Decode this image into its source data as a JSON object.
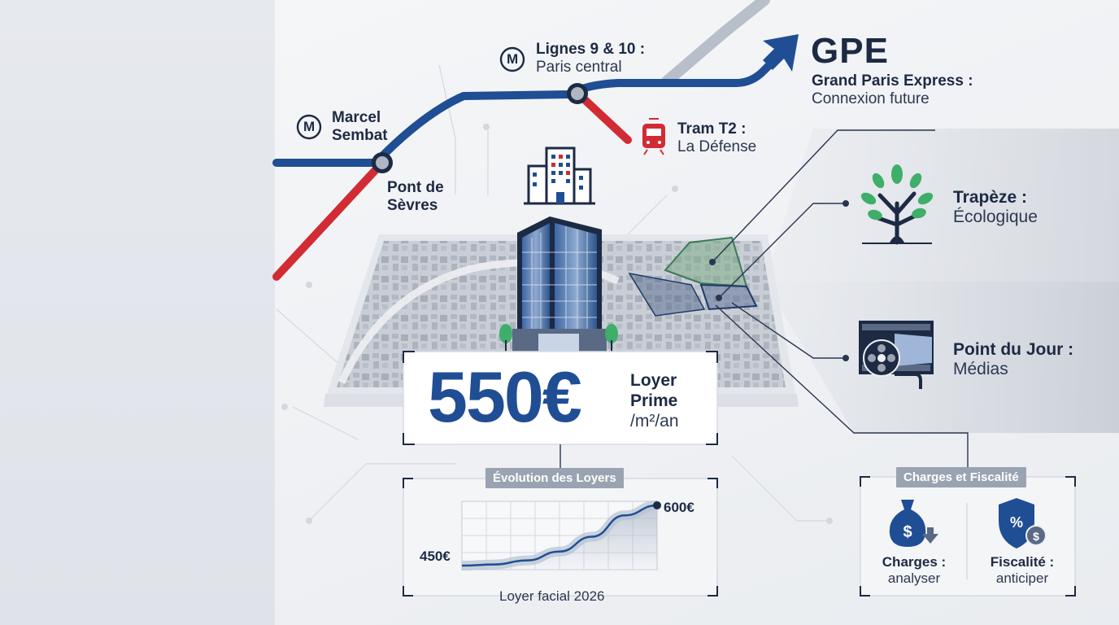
{
  "metro": {
    "marcel_sembat": {
      "line1": "Marcel",
      "line2": "Sembat"
    },
    "pont_de_sevres": {
      "line1": "Pont de",
      "line2": "Sèvres"
    },
    "lignes_9_10": {
      "title": "Lignes 9 & 10 :",
      "subtitle": "Paris central"
    },
    "tram_t2": {
      "title": "Tram T2 :",
      "subtitle": "La Défense"
    },
    "metro_symbol": "M"
  },
  "gpe": {
    "logo": "GPE",
    "title": "Grand Paris Express :",
    "subtitle": "Connexion future"
  },
  "zones": {
    "trapeze": {
      "title": "Trapèze :",
      "subtitle": "Écologique"
    },
    "point_du_jour": {
      "title": "Point du Jour :",
      "subtitle": "Médias"
    }
  },
  "rent": {
    "value": "550€",
    "label_line1": "Loyer",
    "label_line2": "Prime",
    "unit": "/m²/an"
  },
  "evolution": {
    "tag": "Évolution des Loyers",
    "start_value": "450€",
    "end_value": "600€",
    "caption": "Loyer facial 2026"
  },
  "charges": {
    "tag": "Charges et Fiscalité",
    "charges_title": "Charges :",
    "charges_sub": "analyser",
    "fiscalite_title": "Fiscalité :",
    "fiscalite_sub": "anticiper"
  },
  "chart_data": {
    "type": "line",
    "x": [
      0,
      1,
      2,
      3,
      4,
      5,
      6
    ],
    "series": [
      {
        "values": [
          450,
          453,
          463,
          485,
          522,
          575,
          600
        ]
      }
    ],
    "ylim": [
      440,
      610
    ],
    "grid": true
  },
  "colors": {
    "metro_blue": "#1f4e94",
    "metro_red": "#d12b34",
    "navy": "#1d2a44",
    "accent_green": "#3fae6a",
    "tag_gray": "#9aa3b1"
  }
}
